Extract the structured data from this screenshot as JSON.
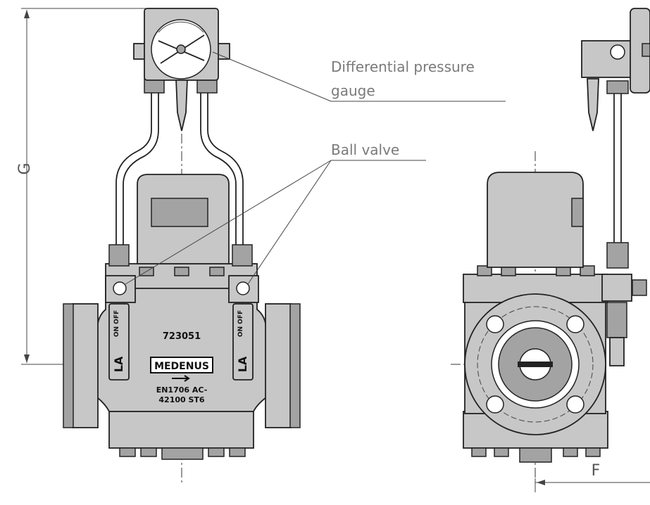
{
  "labels": {
    "gauge_line1": "Differential pressure",
    "gauge_line2": "gauge",
    "ball_valve": "Ball valve"
  },
  "dimensions": {
    "height": "G",
    "offset": "F"
  },
  "stamps": {
    "model": "723051",
    "brand": "MEDENUS",
    "standard_line1": "EN1706 AC-",
    "standard_line2": "42100 ST6",
    "handle_letters": "LA",
    "handle_onoff": "ON OFF"
  }
}
